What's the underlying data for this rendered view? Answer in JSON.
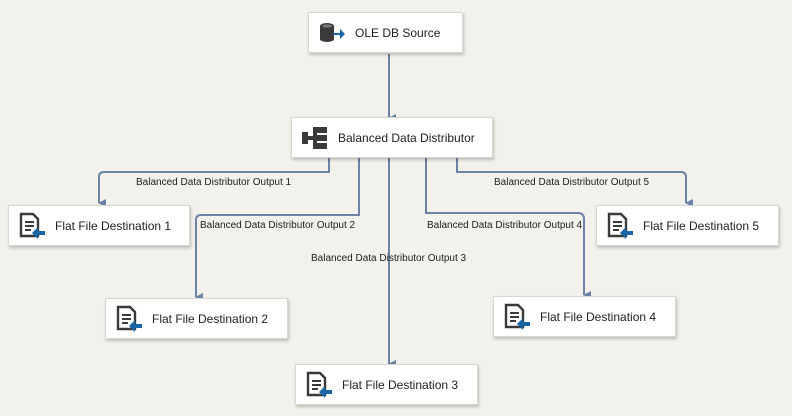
{
  "nodes": {
    "source": {
      "label": "OLE DB Source",
      "icon": "database-source-icon"
    },
    "distributor": {
      "label": "Balanced Data Distributor",
      "icon": "distributor-icon"
    },
    "dest1": {
      "label": "Flat File Destination 1",
      "icon": "flat-file-destination-icon"
    },
    "dest2": {
      "label": "Flat File Destination 2",
      "icon": "flat-file-destination-icon"
    },
    "dest3": {
      "label": "Flat File Destination 3",
      "icon": "flat-file-destination-icon"
    },
    "dest4": {
      "label": "Flat File Destination 4",
      "icon": "flat-file-destination-icon"
    },
    "dest5": {
      "label": "Flat File Destination 5",
      "icon": "flat-file-destination-icon"
    }
  },
  "paths": {
    "out1": "Balanced Data Distributor Output 1",
    "out2": "Balanced Data Distributor Output 2",
    "out3": "Balanced Data Distributor Output 3",
    "out4": "Balanced Data Distributor Output 4",
    "out5": "Balanced Data Distributor Output 5"
  },
  "colors": {
    "canvas": "#f3f1eb",
    "connector": "#6b83a6",
    "arrow_accent": "#1a64a8"
  }
}
